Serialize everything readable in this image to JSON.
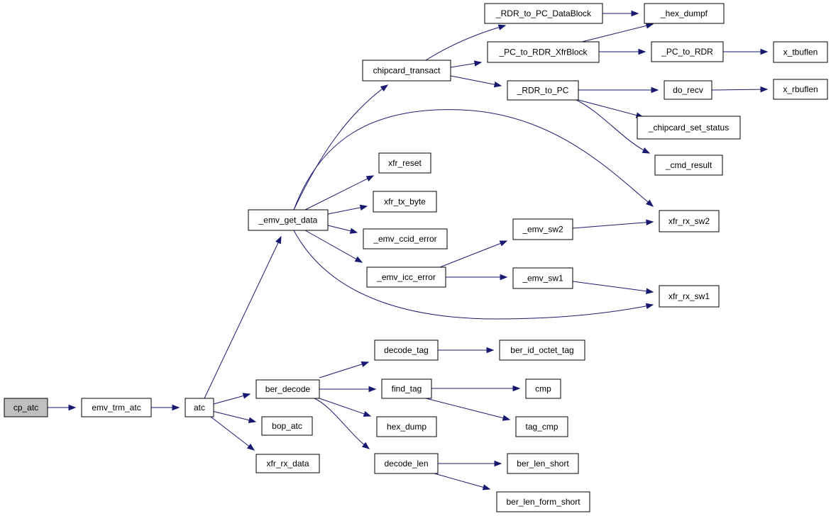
{
  "graph": {
    "title": "",
    "edge_color": "#191970",
    "root_fill": "#bfbfbf",
    "nodes": [
      {
        "id": "cp_atc",
        "label": "cp_atc",
        "root": true
      },
      {
        "id": "emv_trm_atc",
        "label": "emv_trm_atc"
      },
      {
        "id": "atc",
        "label": "atc"
      },
      {
        "id": "emv_get_data",
        "label": "_emv_get_data"
      },
      {
        "id": "ber_decode",
        "label": "ber_decode"
      },
      {
        "id": "bop_atc",
        "label": "bop_atc"
      },
      {
        "id": "xfr_rx_data",
        "label": "xfr_rx_data"
      },
      {
        "id": "chipcard_transact",
        "label": "chipcard_transact"
      },
      {
        "id": "xfr_reset",
        "label": "xfr_reset"
      },
      {
        "id": "xfr_tx_byte",
        "label": "xfr_tx_byte"
      },
      {
        "id": "emv_ccid_error",
        "label": "_emv_ccid_error"
      },
      {
        "id": "emv_icc_error",
        "label": "_emv_icc_error"
      },
      {
        "id": "rdr_to_pc_datablock",
        "label": "_RDR_to_PC_DataBlock"
      },
      {
        "id": "pc_to_rdr_xfrblock",
        "label": "_PC_to_RDR_XfrBlock"
      },
      {
        "id": "rdr_to_pc",
        "label": "_RDR_to_PC"
      },
      {
        "id": "hex_dumpf",
        "label": "_hex_dumpf"
      },
      {
        "id": "pc_to_rdr",
        "label": "_PC_to_RDR"
      },
      {
        "id": "x_tbuflen",
        "label": "x_tbuflen"
      },
      {
        "id": "do_recv",
        "label": "do_recv"
      },
      {
        "id": "x_rbuflen",
        "label": "x_rbuflen"
      },
      {
        "id": "chipcard_set_status",
        "label": "_chipcard_set_status"
      },
      {
        "id": "cmd_result",
        "label": "_cmd_result"
      },
      {
        "id": "xfr_rx_sw2",
        "label": "xfr_rx_sw2"
      },
      {
        "id": "xfr_rx_sw1",
        "label": "xfr_rx_sw1"
      },
      {
        "id": "emv_sw2",
        "label": "_emv_sw2"
      },
      {
        "id": "emv_sw1",
        "label": "_emv_sw1"
      },
      {
        "id": "decode_tag",
        "label": "decode_tag"
      },
      {
        "id": "find_tag",
        "label": "find_tag"
      },
      {
        "id": "hex_dump",
        "label": "hex_dump"
      },
      {
        "id": "decode_len",
        "label": "decode_len"
      },
      {
        "id": "ber_id_octet_tag",
        "label": "ber_id_octet_tag"
      },
      {
        "id": "cmp",
        "label": "cmp"
      },
      {
        "id": "tag_cmp",
        "label": "tag_cmp"
      },
      {
        "id": "ber_len_short",
        "label": "ber_len_short"
      },
      {
        "id": "ber_len_form_short",
        "label": "ber_len_form_short"
      }
    ],
    "edges": [
      {
        "from": "cp_atc",
        "to": "emv_trm_atc"
      },
      {
        "from": "emv_trm_atc",
        "to": "atc"
      },
      {
        "from": "atc",
        "to": "emv_get_data"
      },
      {
        "from": "atc",
        "to": "ber_decode"
      },
      {
        "from": "atc",
        "to": "bop_atc"
      },
      {
        "from": "atc",
        "to": "xfr_rx_data"
      },
      {
        "from": "emv_get_data",
        "to": "chipcard_transact"
      },
      {
        "from": "emv_get_data",
        "to": "xfr_rx_sw2"
      },
      {
        "from": "emv_get_data",
        "to": "xfr_reset"
      },
      {
        "from": "emv_get_data",
        "to": "xfr_tx_byte"
      },
      {
        "from": "emv_get_data",
        "to": "emv_ccid_error"
      },
      {
        "from": "emv_get_data",
        "to": "emv_icc_error"
      },
      {
        "from": "emv_get_data",
        "to": "xfr_rx_sw1"
      },
      {
        "from": "chipcard_transact",
        "to": "rdr_to_pc_datablock"
      },
      {
        "from": "chipcard_transact",
        "to": "pc_to_rdr_xfrblock"
      },
      {
        "from": "chipcard_transact",
        "to": "rdr_to_pc"
      },
      {
        "from": "rdr_to_pc_datablock",
        "to": "hex_dumpf"
      },
      {
        "from": "pc_to_rdr_xfrblock",
        "to": "hex_dumpf"
      },
      {
        "from": "pc_to_rdr_xfrblock",
        "to": "pc_to_rdr"
      },
      {
        "from": "pc_to_rdr",
        "to": "x_tbuflen"
      },
      {
        "from": "rdr_to_pc",
        "to": "do_recv"
      },
      {
        "from": "rdr_to_pc",
        "to": "chipcard_set_status"
      },
      {
        "from": "rdr_to_pc",
        "to": "cmd_result"
      },
      {
        "from": "do_recv",
        "to": "x_rbuflen"
      },
      {
        "from": "emv_icc_error",
        "to": "emv_sw2"
      },
      {
        "from": "emv_icc_error",
        "to": "emv_sw1"
      },
      {
        "from": "emv_sw2",
        "to": "xfr_rx_sw2"
      },
      {
        "from": "emv_sw1",
        "to": "xfr_rx_sw1"
      },
      {
        "from": "ber_decode",
        "to": "decode_tag"
      },
      {
        "from": "ber_decode",
        "to": "find_tag"
      },
      {
        "from": "ber_decode",
        "to": "hex_dump"
      },
      {
        "from": "ber_decode",
        "to": "decode_len"
      },
      {
        "from": "decode_tag",
        "to": "ber_id_octet_tag"
      },
      {
        "from": "find_tag",
        "to": "cmp"
      },
      {
        "from": "find_tag",
        "to": "tag_cmp"
      },
      {
        "from": "decode_len",
        "to": "ber_len_short"
      },
      {
        "from": "decode_len",
        "to": "ber_len_form_short"
      }
    ]
  }
}
